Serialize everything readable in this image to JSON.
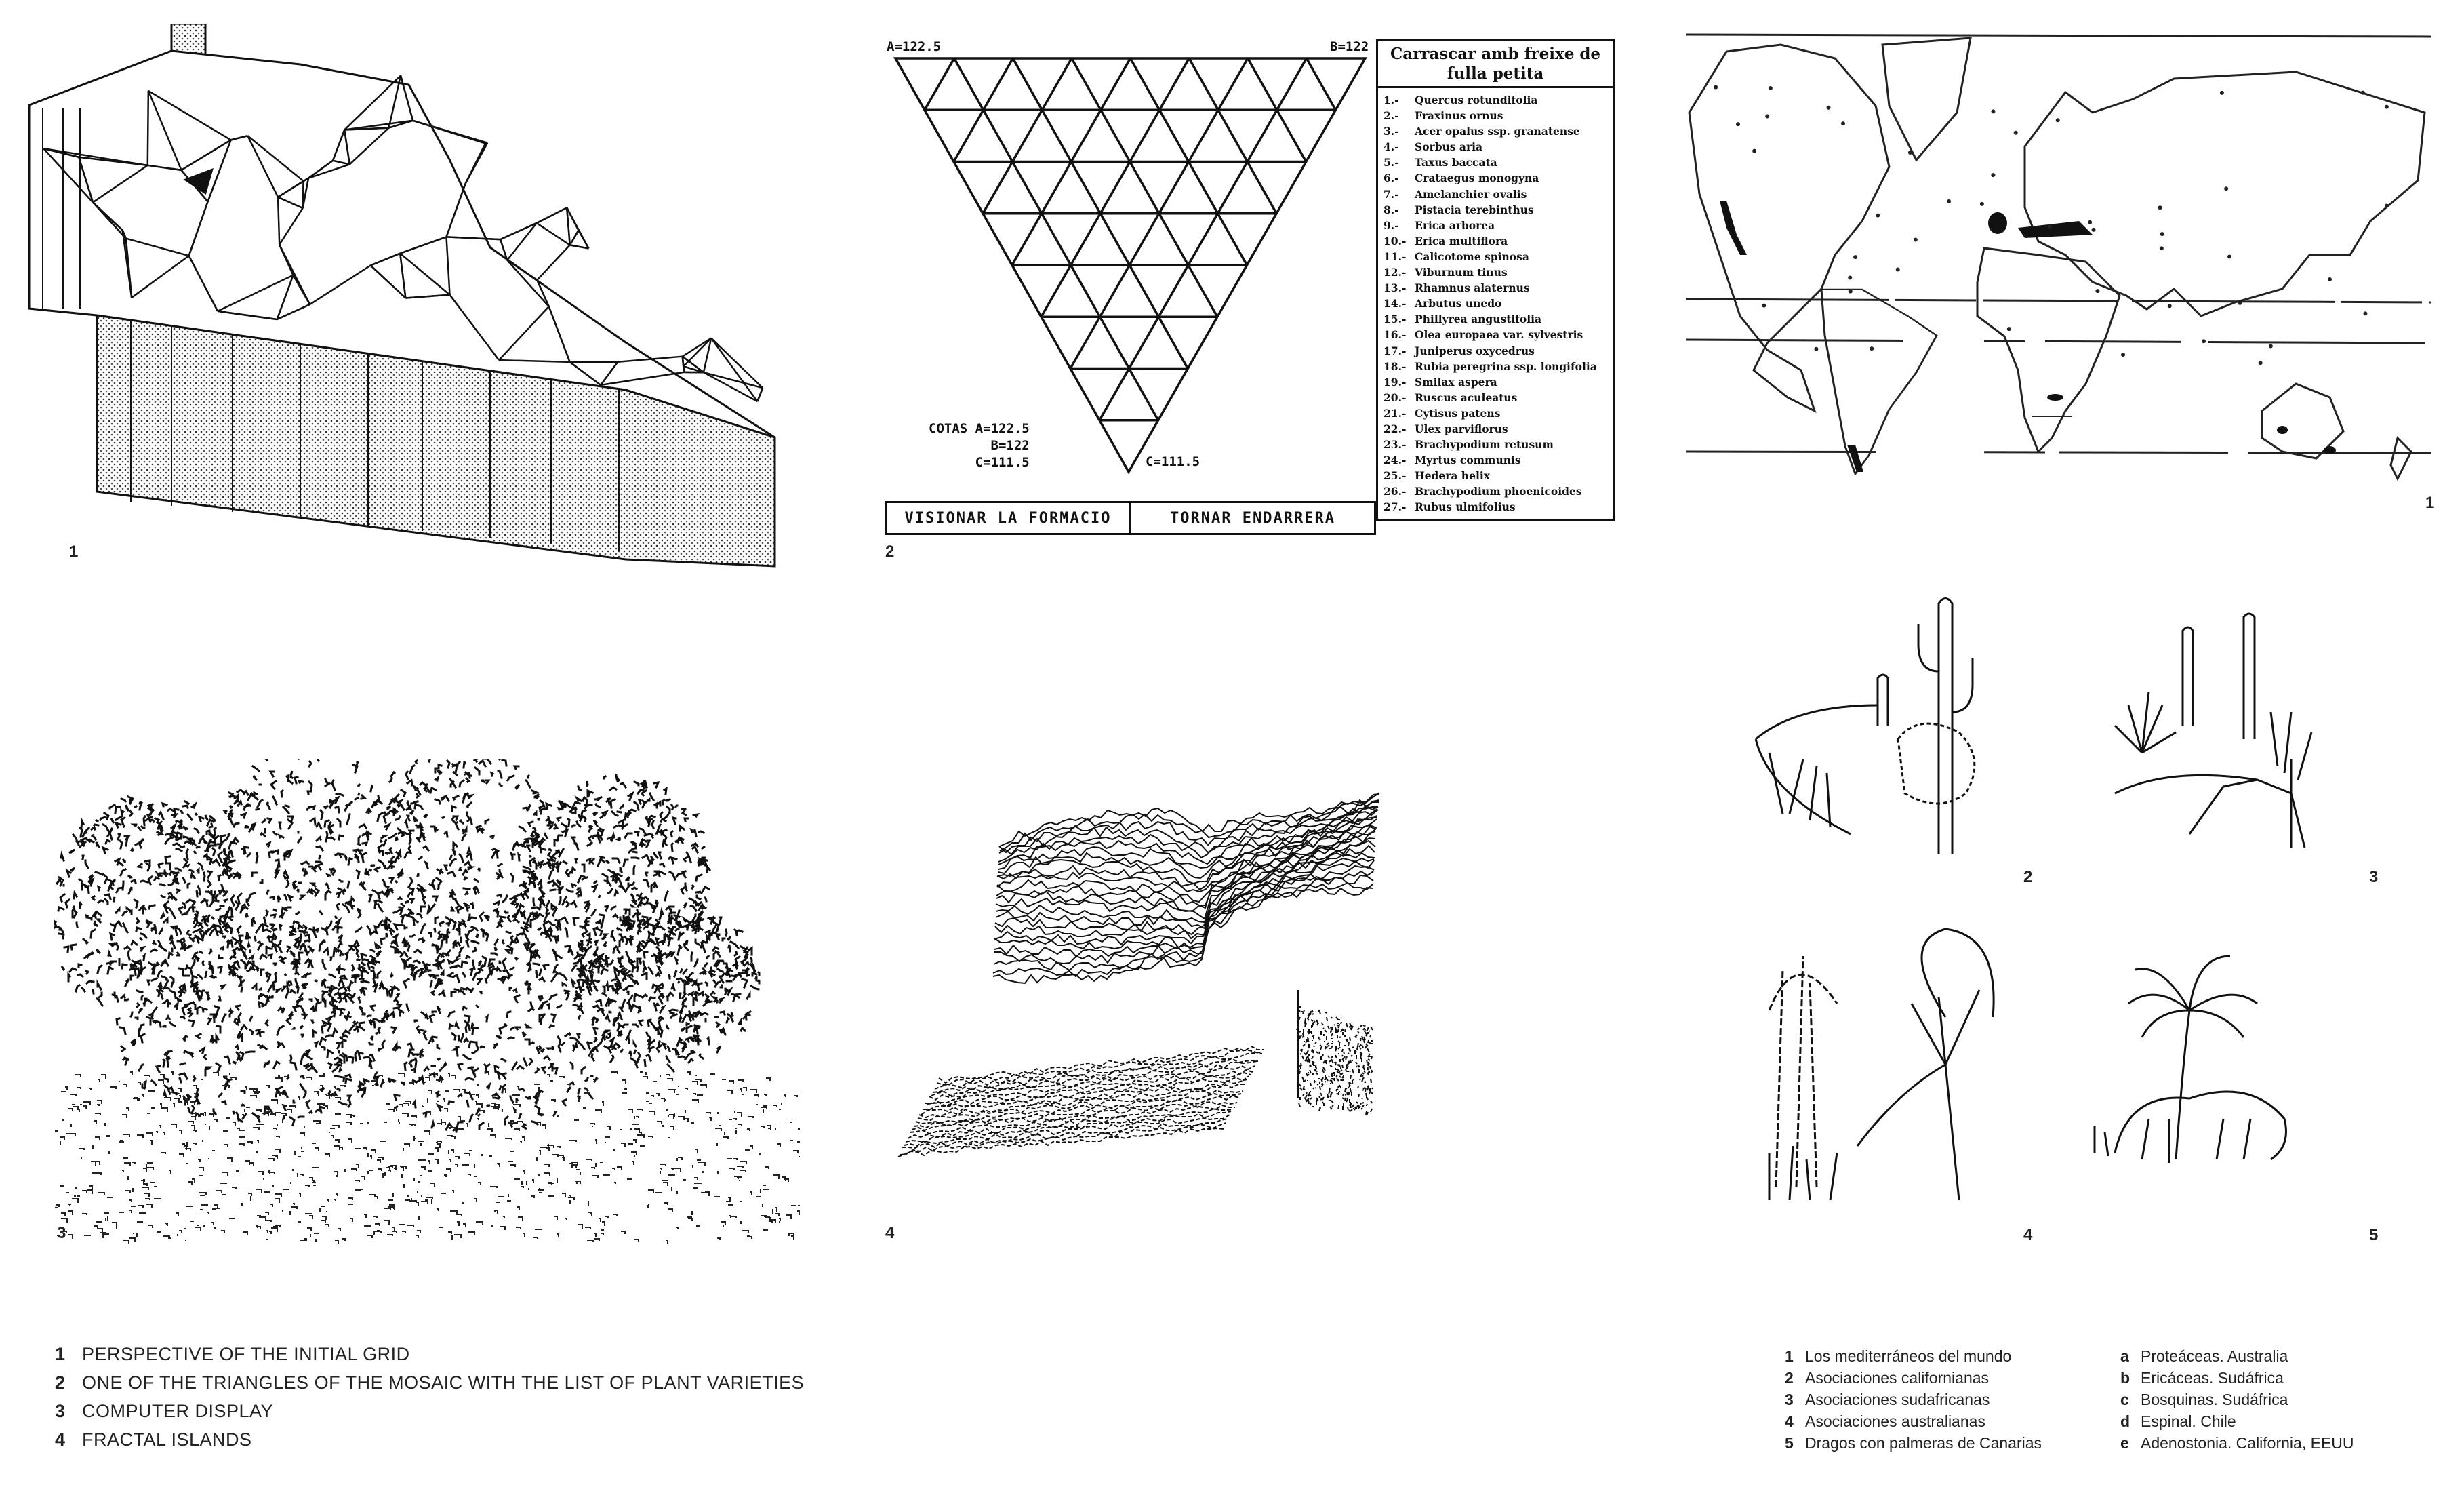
{
  "figures": {
    "fig1_label": "1",
    "fig2_label": "2",
    "fig3_label": "3",
    "fig4_label": "4",
    "map_label": "1",
    "sketch_labels": [
      "2",
      "3",
      "4",
      "5"
    ]
  },
  "triangle_panel": {
    "vertex_a": "A=122.5",
    "vertex_b": "B=122",
    "vertex_c": "C=111.5",
    "cotas": [
      "COTAS A=122.5",
      "B=122",
      "C=111.5"
    ],
    "buttons": [
      "VISIONAR LA FORMACIO",
      "TORNAR ENDARRERA"
    ],
    "list_title": "Carrascar amb freixe de fulla petita",
    "plants": [
      {
        "num": "1.-",
        "name": "Quercus rotundifolia"
      },
      {
        "num": "2.-",
        "name": "Fraxinus ornus"
      },
      {
        "num": "3.-",
        "name": "Acer opalus ssp. granatense"
      },
      {
        "num": "4.-",
        "name": "Sorbus aria"
      },
      {
        "num": "5.-",
        "name": "Taxus baccata"
      },
      {
        "num": "6.-",
        "name": "Crataegus monogyna"
      },
      {
        "num": "7.-",
        "name": "Amelanchier ovalis"
      },
      {
        "num": "8.-",
        "name": "Pistacia terebinthus"
      },
      {
        "num": "9.-",
        "name": "Erica arborea"
      },
      {
        "num": "10.-",
        "name": "Erica multiflora"
      },
      {
        "num": "11.-",
        "name": "Calicotome spinosa"
      },
      {
        "num": "12.-",
        "name": "Viburnum tinus"
      },
      {
        "num": "13.-",
        "name": "Rhamnus alaternus"
      },
      {
        "num": "14.-",
        "name": "Arbutus unedo"
      },
      {
        "num": "15.-",
        "name": "Phillyrea angustifolia"
      },
      {
        "num": "16.-",
        "name": "Olea europaea var. sylvestris"
      },
      {
        "num": "17.-",
        "name": "Juniperus oxycedrus"
      },
      {
        "num": "18.-",
        "name": "Rubia peregrina ssp. longifolia"
      },
      {
        "num": "19.-",
        "name": "Smilax aspera"
      },
      {
        "num": "20.-",
        "name": "Ruscus aculeatus"
      },
      {
        "num": "21.-",
        "name": "Cytisus patens"
      },
      {
        "num": "22.-",
        "name": "Ulex parviflorus"
      },
      {
        "num": "23.-",
        "name": "Brachypodium retusum"
      },
      {
        "num": "24.-",
        "name": "Myrtus communis"
      },
      {
        "num": "25.-",
        "name": "Hedera helix"
      },
      {
        "num": "26.-",
        "name": "Brachypodium phoenicoides"
      },
      {
        "num": "27.-",
        "name": "Rubus ulmifolius"
      }
    ]
  },
  "captions_left": [
    {
      "num": "1",
      "text": "PERSPECTIVE OF THE INITIAL GRID"
    },
    {
      "num": "2",
      "text": "ONE OF THE TRIANGLES OF THE MOSAIC WITH THE LIST OF PLANT VARIETIES"
    },
    {
      "num": "3",
      "text": "COMPUTER DISPLAY"
    },
    {
      "num": "4",
      "text": "FRACTAL ISLANDS"
    }
  ],
  "captions_right_numbers": [
    {
      "num": "1",
      "text": "Los mediterráneos del mundo"
    },
    {
      "num": "2",
      "text": "Asociaciones californianas"
    },
    {
      "num": "3",
      "text": "Asociaciones sudafricanas"
    },
    {
      "num": "4",
      "text": "Asociaciones australianas"
    },
    {
      "num": "5",
      "text": "Dragos con palmeras de Canarias"
    }
  ],
  "captions_right_letters": [
    {
      "num": "a",
      "text": "Proteáceas. Australia"
    },
    {
      "num": "b",
      "text": "Ericáceas. Sudáfrica"
    },
    {
      "num": "c",
      "text": "Bosquinas. Sudáfrica"
    },
    {
      "num": "d",
      "text": "Espinal. Chile"
    },
    {
      "num": "e",
      "text": "Adenostonia. California, EEUU"
    }
  ]
}
